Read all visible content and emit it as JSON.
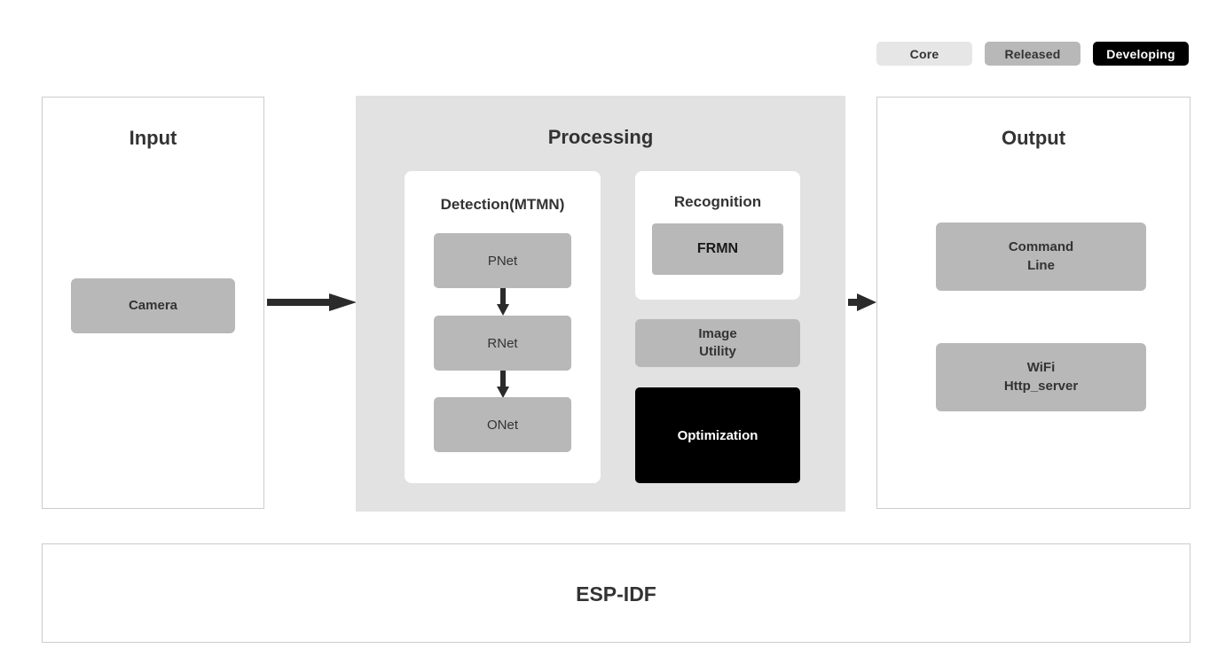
{
  "legend": {
    "items": [
      {
        "label": "Core",
        "color": "#e6e6e6",
        "text_color": "#333333"
      },
      {
        "label": "Released",
        "color": "#b8b8b8",
        "text_color": "#333333"
      },
      {
        "label": "Developing",
        "color": "#000000",
        "text_color": "#ffffff"
      }
    ]
  },
  "input": {
    "title": "Input",
    "boxes": [
      {
        "label": "Camera",
        "status": "Released"
      }
    ]
  },
  "processing": {
    "title": "Processing",
    "detection": {
      "title": "Detection(MTMN)",
      "stages": [
        {
          "label": "PNet",
          "status": "Released"
        },
        {
          "label": "RNet",
          "status": "Released"
        },
        {
          "label": "ONet",
          "status": "Released"
        }
      ],
      "arrows": [
        "PNet-to-RNet",
        "RNet-to-ONet"
      ]
    },
    "recognition": {
      "title": "Recognition",
      "boxes": [
        {
          "label": "FRMN",
          "status": "Released"
        }
      ]
    },
    "image_utility": {
      "line1": "Image",
      "line2": "Utility",
      "status": "Released"
    },
    "optimization": {
      "label": "Optimization",
      "status": "Developing"
    }
  },
  "output": {
    "title": "Output",
    "boxes": [
      {
        "line1": "Command",
        "line2": "Line",
        "status": "Released"
      },
      {
        "line1": "WiFi",
        "line2": "Http_server",
        "status": "Released"
      }
    ]
  },
  "footer": {
    "label": "ESP-IDF"
  },
  "flow_arrows": [
    {
      "from": "Input",
      "to": "Processing"
    },
    {
      "from": "Processing",
      "to": "Output"
    }
  ],
  "colors": {
    "released_gray": "#b8b8b8",
    "core_light": "#e6e6e6",
    "developing_black": "#000000",
    "panel_border": "#cccccc",
    "processing_bg": "#e2e2e2",
    "text_dark": "#333333",
    "arrow": "#2b2b2b"
  }
}
